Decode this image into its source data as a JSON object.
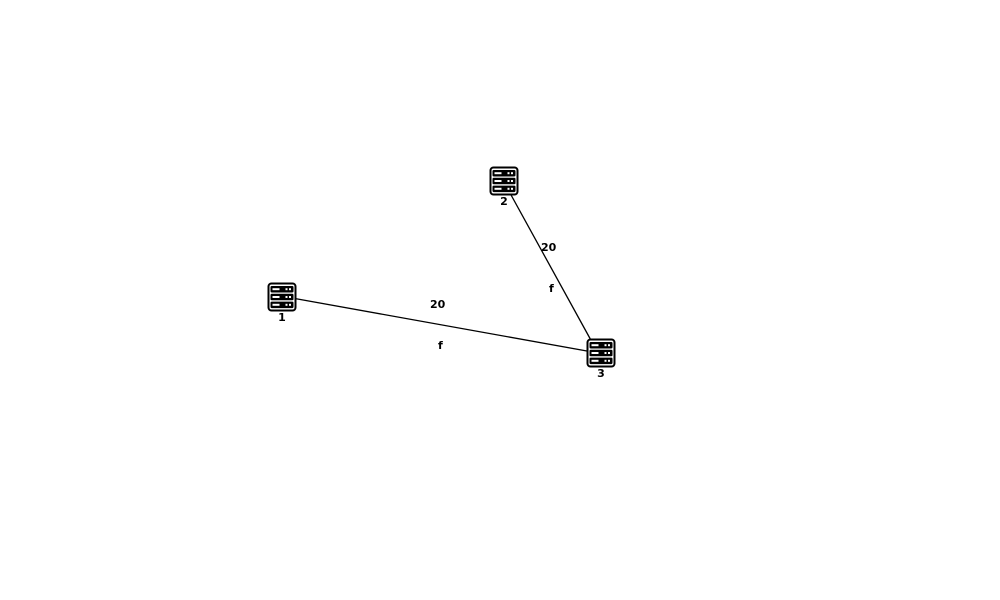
{
  "nodes": [
    {
      "id": "1",
      "label": "1",
      "icon": "server-icon"
    },
    {
      "id": "2",
      "label": "2",
      "icon": "server-icon"
    },
    {
      "id": "3",
      "label": "3",
      "icon": "server-icon"
    }
  ],
  "links": [
    {
      "from": "1",
      "to": "3",
      "bandwidth": "20",
      "unit": "f"
    },
    {
      "from": "2",
      "to": "3",
      "bandwidth": "20",
      "unit": "f"
    }
  ],
  "colors": {
    "line": "#000000",
    "text": "#000000",
    "background": "#ffffff"
  }
}
